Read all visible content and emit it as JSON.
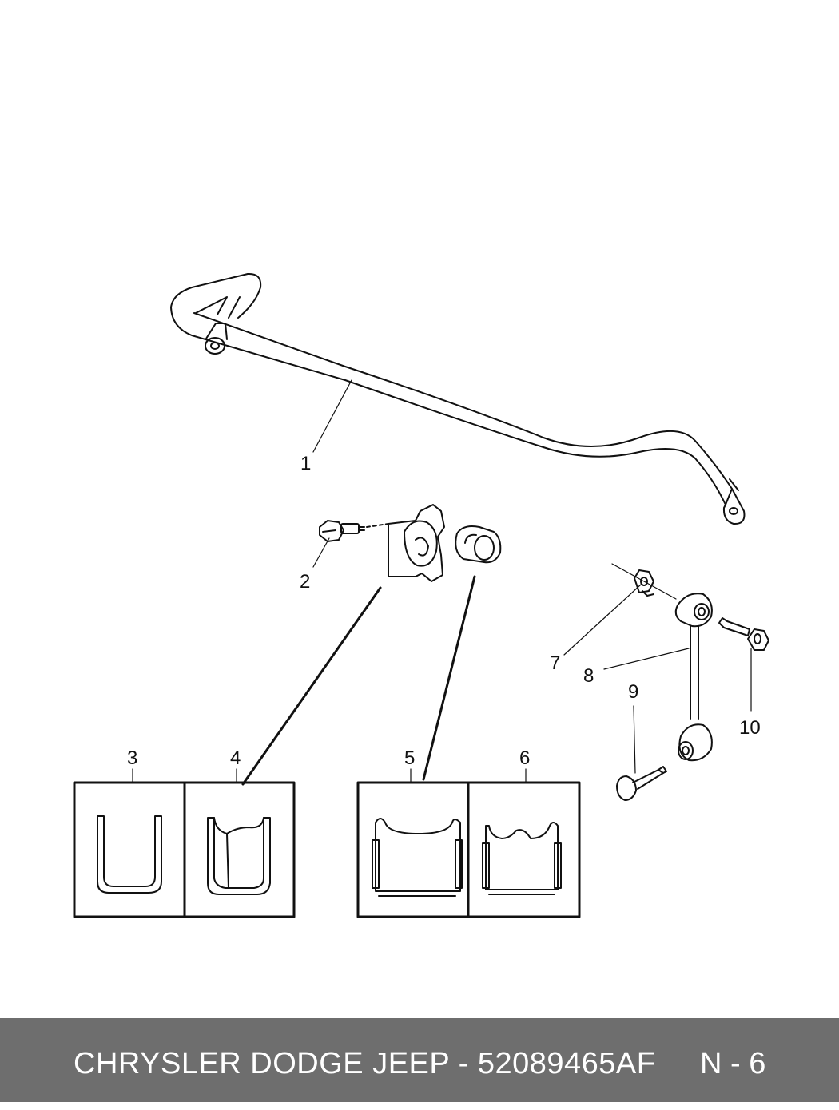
{
  "callouts": {
    "c1": "1",
    "c2": "2",
    "c3": "3",
    "c4": "4",
    "c5": "5",
    "c6": "6",
    "c7": "7",
    "c8": "8",
    "c9": "9",
    "c10": "10"
  },
  "footer": {
    "title": "CHRYSLER DODGE JEEP - 52089465AF",
    "page": "N - 6"
  },
  "colors": {
    "line": "#111111",
    "footer_bg": "#6e6e6e",
    "footer_text": "#ffffff"
  }
}
